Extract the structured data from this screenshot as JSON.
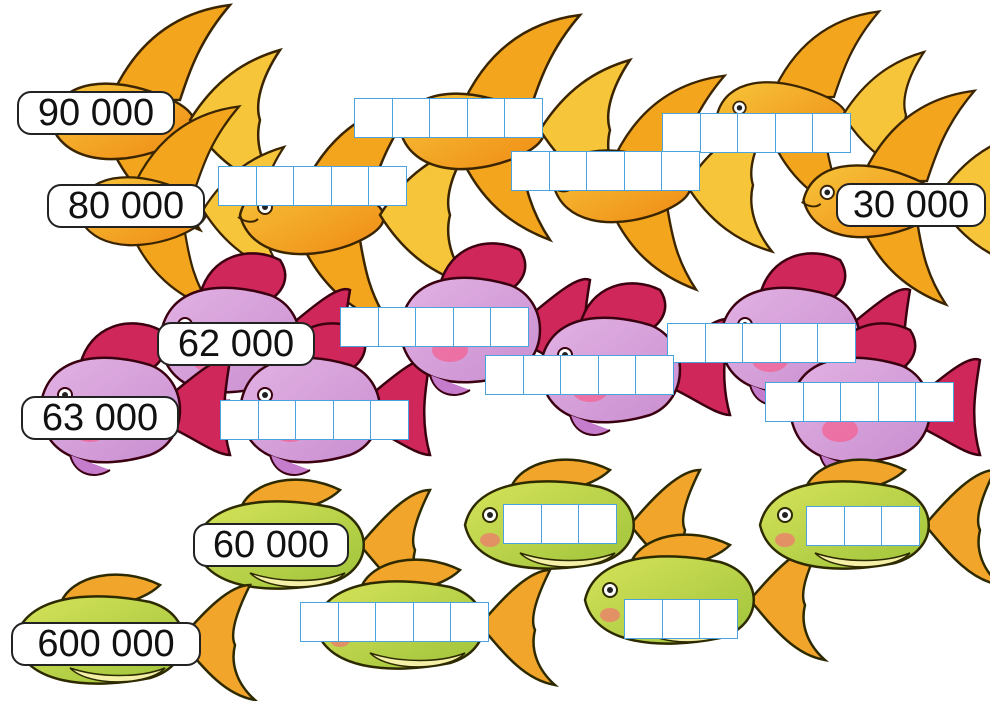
{
  "labels": {
    "orange_1": "90 000",
    "orange_2": "80 000",
    "orange_3": "30 000",
    "pink_1": "62 000",
    "pink_2": "63 000",
    "green_1": "60 000",
    "green_2": "600 000"
  },
  "answer_boxes": [
    {
      "id": "orange-a",
      "cells": 5
    },
    {
      "id": "orange-b",
      "cells": 5
    },
    {
      "id": "orange-c",
      "cells": 5
    },
    {
      "id": "orange-d",
      "cells": 5
    },
    {
      "id": "pink-a",
      "cells": 5
    },
    {
      "id": "pink-b",
      "cells": 5
    },
    {
      "id": "pink-c",
      "cells": 5
    },
    {
      "id": "pink-d",
      "cells": 5
    },
    {
      "id": "pink-e",
      "cells": 5
    },
    {
      "id": "green-a",
      "cells": 3
    },
    {
      "id": "green-b",
      "cells": 3
    },
    {
      "id": "green-c",
      "cells": 3
    },
    {
      "id": "green-d",
      "cells": 5
    }
  ],
  "colors": {
    "orange_fish": "#f39a1e",
    "orange_fin": "#f7c53a",
    "pink_fish": "#d9a0d8",
    "pink_fin": "#d0275a",
    "green_fish": "#c9dc3c",
    "green_fin": "#f2a52b",
    "box_border": "#4aa3df"
  },
  "icons": [
    "orange-angelfish-icon",
    "pink-fish-icon",
    "green-fish-icon"
  ]
}
